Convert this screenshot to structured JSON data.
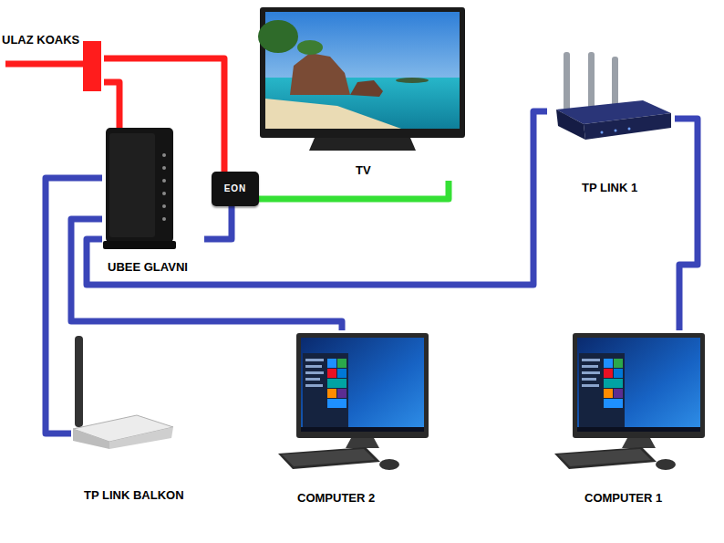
{
  "diagram": {
    "nodes": [
      {
        "text": [
          "ULAZ KOAKS"
        ]
      },
      {
        "text": [
          "TV"
        ]
      },
      {
        "text": [
          "UBEE GLAVNI"
        ]
      },
      {
        "text": [
          "EON"
        ]
      },
      {
        "text": [
          "TP LINK 1"
        ]
      },
      {
        "text": [
          "TP LINK BALKON"
        ]
      },
      {
        "text": [
          "COMPUTER 2"
        ]
      },
      {
        "text": [
          "COMPUTER 1"
        ]
      }
    ],
    "edges": [
      {
        "from": 0,
        "to": 2,
        "arrow": "none"
      },
      {
        "from": 0,
        "to": 3,
        "arrow": "none"
      },
      {
        "from": 3,
        "to": 1,
        "arrow": "none"
      },
      {
        "from": 2,
        "to": 3,
        "arrow": "none"
      },
      {
        "from": 2,
        "to": 4,
        "arrow": "none"
      },
      {
        "from": 2,
        "to": 5,
        "arrow": "none"
      },
      {
        "from": 2,
        "to": 6,
        "arrow": "none"
      },
      {
        "from": 4,
        "to": 7,
        "arrow": "none"
      }
    ]
  }
}
